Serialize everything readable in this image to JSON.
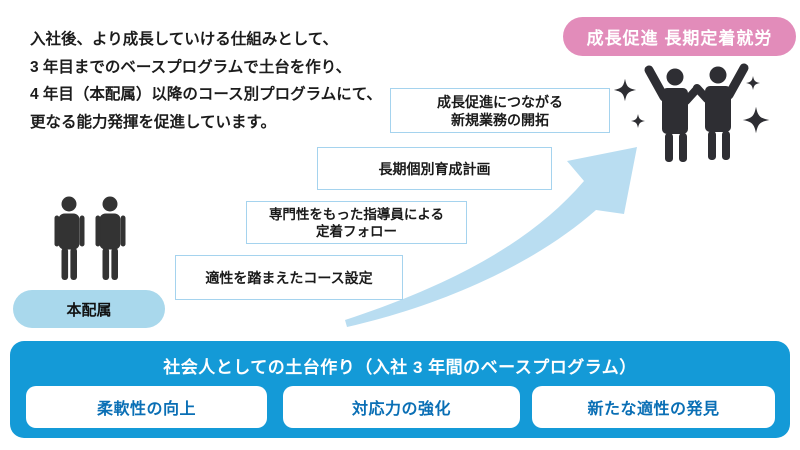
{
  "intro": {
    "line1": "入社後、より成長していける仕組みとして、",
    "line2": "3 年目までのベースプログラムで土台を作り、",
    "line3": "4 年目（本配属）以降のコース別プログラムにて、",
    "line4": "更なる能力発揮を促進しています。"
  },
  "goal_badge": {
    "label": "成長促進 長期定着就労"
  },
  "steps": {
    "step1": {
      "line1": "適性を踏まえたコース設定"
    },
    "step2": {
      "line1": "専門性をもった指導員による",
      "line2": "定着フォロー"
    },
    "step3": {
      "line1": "長期個別育成計画"
    },
    "step4": {
      "line1": "成長促進につながる",
      "line2": "新規業務の開拓"
    }
  },
  "assignment_badge": {
    "label": "本配属"
  },
  "base_program": {
    "title": "社会人としての土台作り（入社 3 年間のベースプログラム）",
    "item1": "柔軟性の向上",
    "item2": "対応力の強化",
    "item3": "新たな適性の発見"
  },
  "colors": {
    "goal_badge_pink": "#e28cba",
    "base_bar_blue": "#149ad7",
    "base_item_text_blue": "#0a6fb5",
    "assignment_badge_blue": "#a9d8ec",
    "arrow_light_blue": "#b9ddf1",
    "step_border_blue": "#a5d3ee",
    "silhouette_dark": "#333333"
  },
  "icons": {
    "employees": "two-standing-people-silhouette",
    "celebration": "two-people-cheering-with-sparkles"
  }
}
